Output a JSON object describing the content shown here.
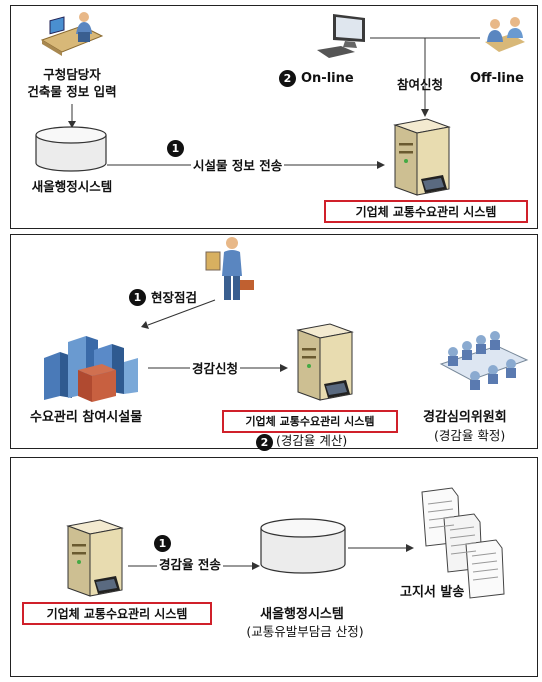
{
  "panel1": {
    "officer_label_line1": "구청담당자",
    "officer_label_line2": "건축물 정보 입력",
    "step2_num": "2",
    "online_label": "On-line",
    "offline_label": "Off-line",
    "apply_label": "참여신청",
    "step1_num": "1",
    "transfer_label": "시설물 정보 전송",
    "db_label": "새올행정시스템",
    "server_label": "기업체 교통수요관리 시스템"
  },
  "panel2": {
    "step1_num": "1",
    "inspect_label": "현장점검",
    "reduction_request_label": "경감신청",
    "facility_label": "수요관리 참여시설물",
    "server_label": "기업체 교통수요관리 시스템",
    "step2_num": "2",
    "calc_label": "(경감율 계산)",
    "committee_label": "경감심의위원회",
    "committee_sub_label": "(경감율 확정)"
  },
  "panel3": {
    "step1_num": "1",
    "rate_transfer_label": "경감율 전송",
    "server_label": "기업체 교통수요관리 시스템",
    "db_label": "새올행정시스템",
    "db_sub_label": "(교통유발부담금 산정)",
    "notice_label": "고지서 발송"
  },
  "colors": {
    "accent_red": "#d0202a",
    "server_body": "#e8dcb0",
    "db_fill": "#ececec"
  }
}
